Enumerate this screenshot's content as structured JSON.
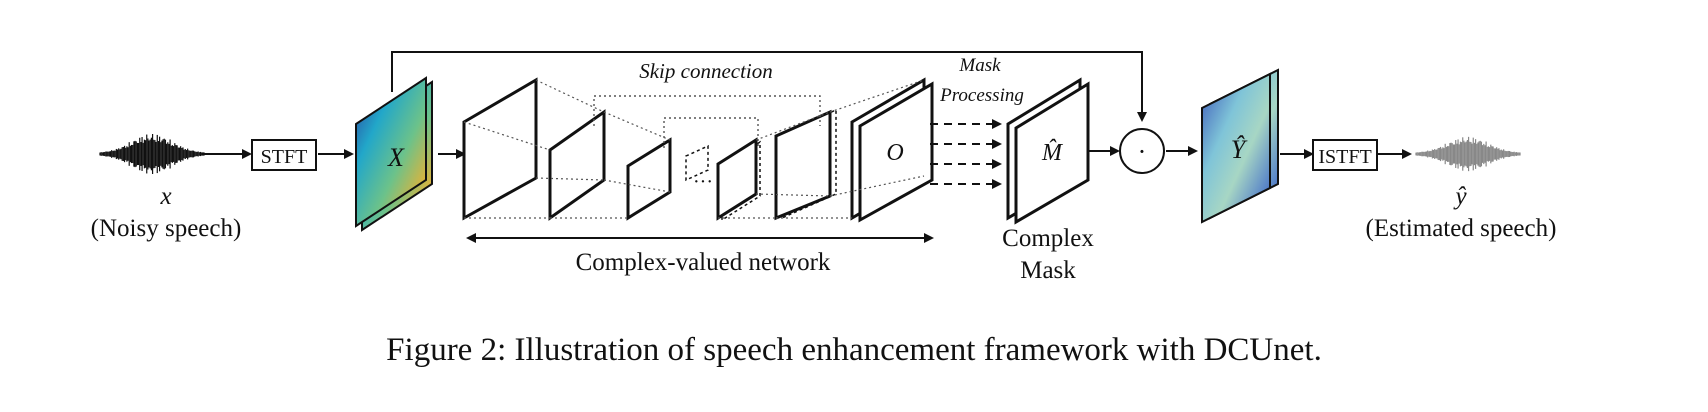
{
  "figure": {
    "caption": "Figure 2: Illustration of speech enhancement framework with DCUnet.",
    "labels": {
      "stft": "STFT",
      "istft": "ISTFT",
      "x_var": "x",
      "noisy_speech": "(Noisy speech)",
      "y_var": "ŷ",
      "estimated_speech": "(Estimated speech)",
      "X": "X",
      "Y": "Ŷ",
      "O": "O",
      "M": "M̂",
      "skip_connection": "Skip connection",
      "mask": "Mask",
      "processing": "Processing",
      "complex": "Complex",
      "mask_label": "Mask",
      "complex_valued_network": "Complex-valued network",
      "multiply": "·"
    }
  }
}
